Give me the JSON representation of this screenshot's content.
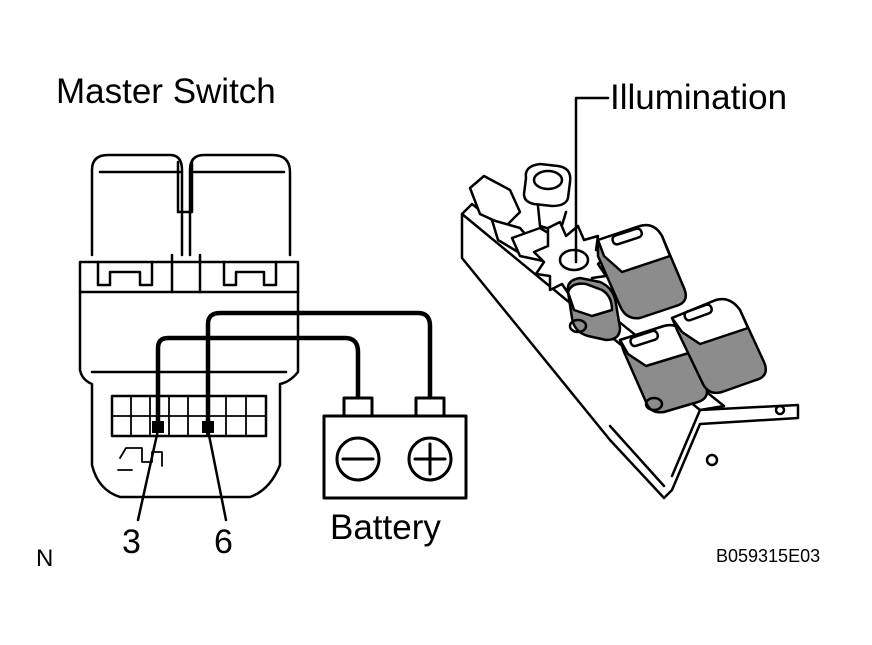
{
  "labels": {
    "master_switch": "Master Switch",
    "illumination": "Illumination",
    "battery": "Battery",
    "pin_3": "3",
    "pin_6": "6",
    "note_n": "N",
    "figure_code": "B059315E03"
  },
  "battery": {
    "negative_symbol": "minus-icon",
    "positive_symbol": "plus-icon"
  },
  "colors": {
    "line": "#000000",
    "background": "#ffffff",
    "shading": "#8c8c8c"
  }
}
